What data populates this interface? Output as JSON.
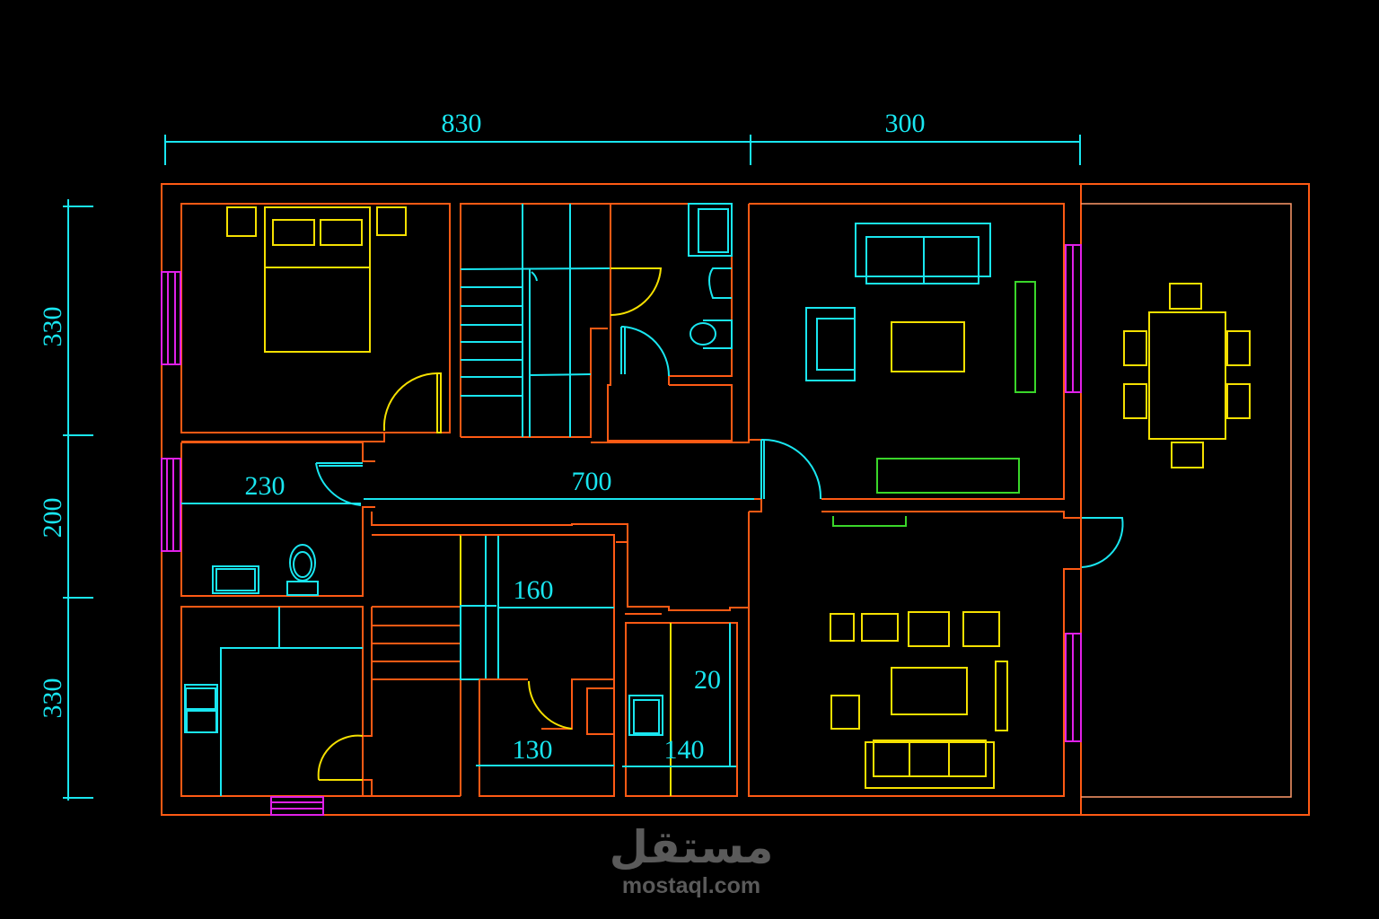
{
  "drawing": {
    "type": "architectural floor plan",
    "background": "#000000",
    "colors": {
      "walls": "#ff5a14",
      "dimensions": "#19e6f0",
      "furniture_yellow": "#f5e000",
      "furniture_green": "#3ad62a",
      "windows": "#e020e8"
    }
  },
  "dimensions": {
    "top": [
      {
        "label": "830"
      },
      {
        "label": "300"
      }
    ],
    "left": [
      {
        "label": "330"
      },
      {
        "label": "200"
      },
      {
        "label": "330"
      }
    ],
    "interior": [
      {
        "label": "230"
      },
      {
        "label": "700"
      },
      {
        "label": "160"
      },
      {
        "label": "20"
      },
      {
        "label": "130"
      },
      {
        "label": "140"
      }
    ]
  },
  "rooms": [
    {
      "name": "master-bedroom",
      "furniture": [
        "double bed",
        "2 pillows",
        "2 nightstands"
      ]
    },
    {
      "name": "staircase"
    },
    {
      "name": "bathroom-top",
      "furniture": [
        "shower tray",
        "sink",
        "toilet"
      ]
    },
    {
      "name": "living-room",
      "furniture": [
        "3-seat sofa",
        "armchair",
        "coffee table",
        "tv unit",
        "console"
      ]
    },
    {
      "name": "dining-area",
      "furniture": [
        "dining table",
        "6 chairs"
      ]
    },
    {
      "name": "wc",
      "furniture": [
        "sink",
        "toilet"
      ]
    },
    {
      "name": "bedroom-2",
      "furniture": [
        "wardrobe",
        "side units"
      ]
    },
    {
      "name": "kitchen"
    },
    {
      "name": "guest-salon",
      "furniture": [
        "3-seat sofa",
        "armchairs",
        "coffee table",
        "side table"
      ]
    }
  ],
  "watermark": {
    "arabic": "مستقل",
    "latin": "mostaql.com"
  }
}
